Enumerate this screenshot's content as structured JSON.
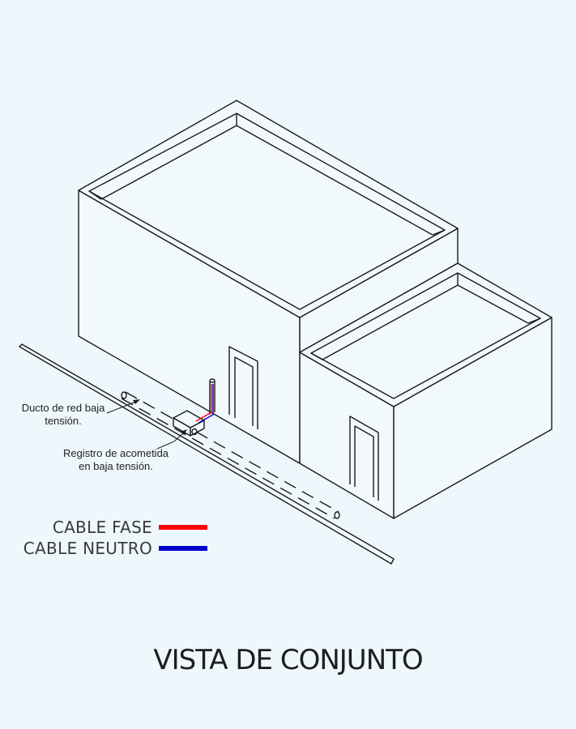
{
  "title": "VISTA DE CONJUNTO",
  "callouts": {
    "ducto_line1": "Ducto de red baja",
    "ducto_line2": "tensión.",
    "registro_line1": "Registro de acometida",
    "registro_line2": "en baja tensión."
  },
  "legend": {
    "fase_label": "CABLE FASE",
    "neutro_label": "CABLE NEUTRO",
    "fase_color": "#ff0000",
    "neutro_color": "#0000cc"
  }
}
